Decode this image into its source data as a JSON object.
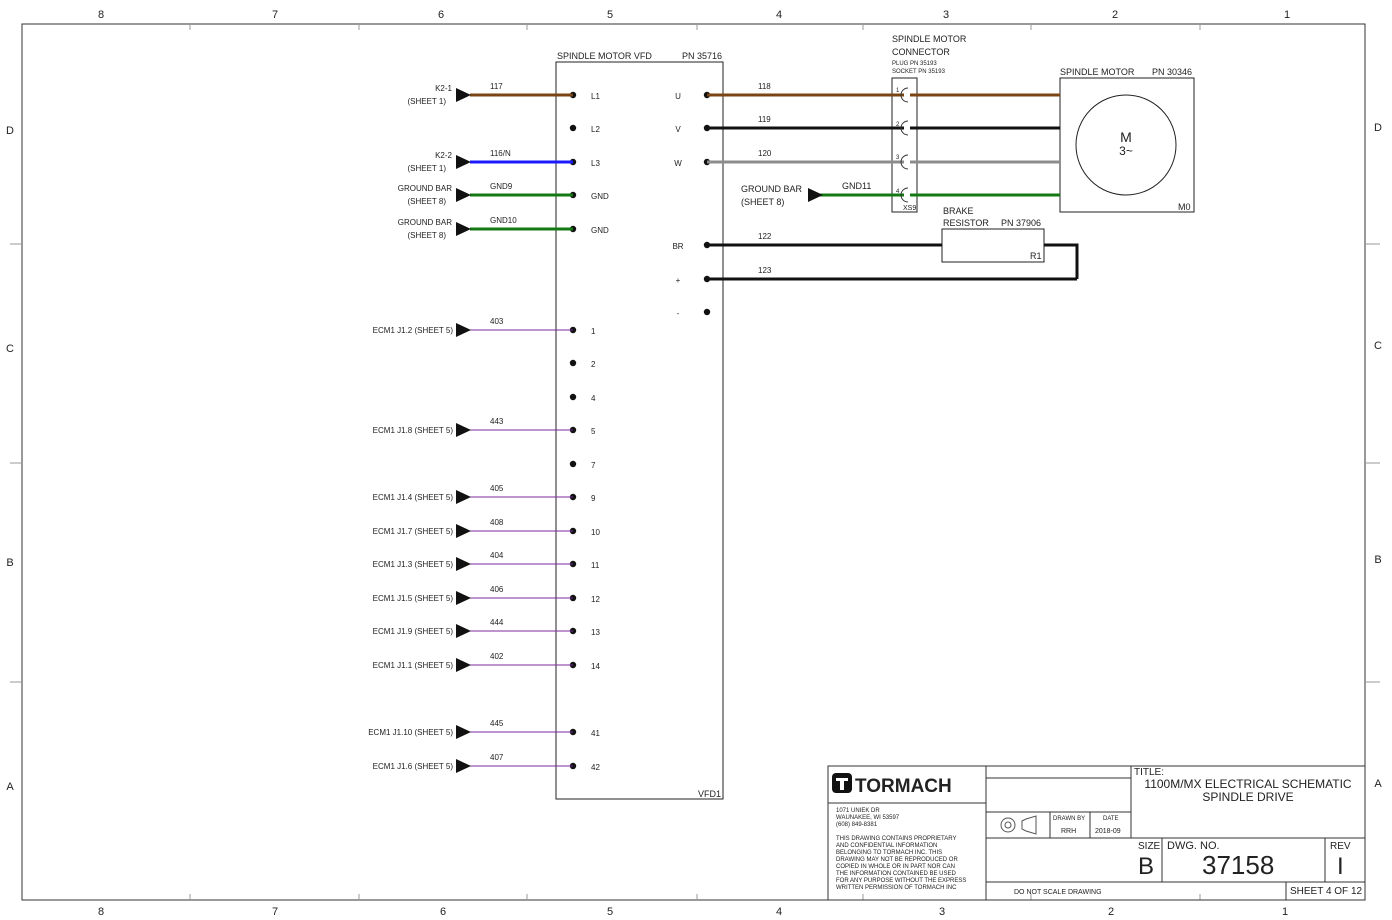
{
  "frame": {
    "columns": [
      "8",
      "7",
      "6",
      "5",
      "4",
      "3",
      "2",
      "1"
    ],
    "rows": [
      "D",
      "C",
      "B",
      "A"
    ]
  },
  "colors": {
    "brown": "#7a4513",
    "black": "#111111",
    "gray": "#8c8c8c",
    "green": "#137a13",
    "blue": "#1a1aff",
    "purple": "#7b2aa0"
  },
  "vfd": {
    "title": "SPINDLE MOTOR VFD",
    "pn": "PN 35716",
    "ref": "VFD1",
    "left_pins": [
      {
        "pin": "L1",
        "wire": "117",
        "source": [
          "K2-1",
          "(SHEET 1)"
        ],
        "color": "brown"
      },
      {
        "pin": "L2",
        "wire": "",
        "source": [],
        "color": ""
      },
      {
        "pin": "L3",
        "wire": "116/N",
        "source": [
          "K2-2",
          "(SHEET 1)"
        ],
        "color": "blue"
      },
      {
        "pin": "GND",
        "wire": "GND9",
        "source": [
          "GROUND BAR",
          "(SHEET 8)"
        ],
        "color": "green"
      },
      {
        "pin": "GND",
        "wire": "GND10",
        "source": [
          "GROUND BAR",
          "(SHEET 8)"
        ],
        "color": "green"
      },
      {
        "pin": "1",
        "wire": "403",
        "source": [
          "ECM1 J1.2 (SHEET 5)"
        ],
        "color": "purple"
      },
      {
        "pin": "2",
        "wire": "",
        "source": [],
        "color": ""
      },
      {
        "pin": "4",
        "wire": "",
        "source": [],
        "color": ""
      },
      {
        "pin": "5",
        "wire": "443",
        "source": [
          "ECM1 J1.8 (SHEET 5)"
        ],
        "color": "purple"
      },
      {
        "pin": "7",
        "wire": "",
        "source": [],
        "color": ""
      },
      {
        "pin": "9",
        "wire": "405",
        "source": [
          "ECM1 J1.4 (SHEET 5)"
        ],
        "color": "purple"
      },
      {
        "pin": "10",
        "wire": "408",
        "source": [
          "ECM1 J1.7 (SHEET 5)"
        ],
        "color": "purple"
      },
      {
        "pin": "11",
        "wire": "404",
        "source": [
          "ECM1 J1.3 (SHEET 5)"
        ],
        "color": "purple"
      },
      {
        "pin": "12",
        "wire": "406",
        "source": [
          "ECM1 J1.5 (SHEET 5)"
        ],
        "color": "purple"
      },
      {
        "pin": "13",
        "wire": "444",
        "source": [
          "ECM1 J1.9 (SHEET 5)"
        ],
        "color": "purple"
      },
      {
        "pin": "14",
        "wire": "402",
        "source": [
          "ECM1 J1.1 (SHEET 5)"
        ],
        "color": "purple"
      },
      {
        "pin": "41",
        "wire": "445",
        "source": [
          "ECM1 J1.10 (SHEET 5)"
        ],
        "color": "purple"
      },
      {
        "pin": "42",
        "wire": "407",
        "source": [
          "ECM1 J1.6 (SHEET 5)"
        ],
        "color": "purple"
      }
    ],
    "right_pins": [
      {
        "pin": "U",
        "wire": "118",
        "color": "brown"
      },
      {
        "pin": "V",
        "wire": "119",
        "color": "black"
      },
      {
        "pin": "W",
        "wire": "120",
        "color": "gray"
      },
      {
        "pin": "BR",
        "wire": "122",
        "color": "black"
      },
      {
        "pin": "+",
        "wire": "123",
        "color": "black"
      },
      {
        "pin": "-",
        "wire": "",
        "color": ""
      }
    ]
  },
  "connector": {
    "title": [
      "SPINDLE MOTOR",
      "CONNECTOR"
    ],
    "plug": "PLUG PN 35193",
    "socket": "SOCKET PN 35193",
    "ref": "XS9",
    "pin_nums": [
      "1",
      "2",
      "3",
      "4"
    ]
  },
  "ground_bar_right": {
    "label": [
      "GROUND BAR",
      "(SHEET 8)"
    ],
    "wire": "GND11"
  },
  "motor": {
    "title": "SPINDLE MOTOR",
    "pn": "PN 30346",
    "symbol": "M",
    "phase": "3~",
    "ref": "M0"
  },
  "resistor": {
    "title": [
      "BRAKE",
      "RESISTOR"
    ],
    "pn": "PN 37906",
    "ref": "R1"
  },
  "title_block": {
    "logo": "TORMACH",
    "address": [
      "1071 UNIEK DR",
      "WAUNAKEE, WI 53597",
      "(608) 849-8381"
    ],
    "notice": [
      "THIS DRAWING CONTAINS PROPRIETARY",
      "AND CONFIDENTIAL INFORMATION",
      "BELONGING TO TORMACH INC. THIS",
      "DRAWING MAY NOT BE REPRODUCED OR",
      "COPIED IN WHOLE OR IN PART NOR CAN",
      "THE INFORMATION CONTAINED BE USED",
      "FOR ANY PURPOSE WITHOUT THE EXPRESS",
      "WRITTEN PERMISSION OF TORMACH INC"
    ],
    "drawn_by_label": "DRAWN BY",
    "drawn_by": "RRH",
    "date_label": "DATE",
    "date": "2018-09",
    "title_label": "TITLE:",
    "title_lines": [
      "1100M/MX ELECTRICAL SCHEMATIC",
      "SPINDLE DRIVE"
    ],
    "size_label": "SIZE",
    "size": "B",
    "dwg_label": "DWG.  NO.",
    "dwg_no": "37158",
    "rev_label": "REV",
    "rev": "I",
    "scale_note": "DO NOT SCALE DRAWING",
    "sheet": "SHEET 4 OF 12"
  }
}
